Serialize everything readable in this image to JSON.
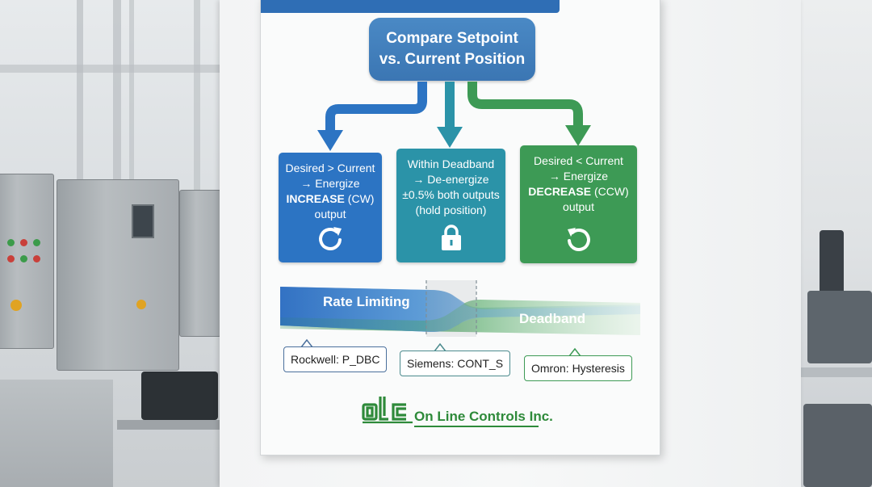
{
  "poster": {
    "header": {
      "line1": "Compare Setpoint",
      "line2": "vs. Current Position"
    },
    "boxes": {
      "increase": {
        "line1": "Desired > Current",
        "line2": "→ Energize",
        "line3_bold": "INCREASE",
        "line3_rest": " (CW)",
        "line4": "output",
        "icon": "rotate-clockwise-icon"
      },
      "deadband": {
        "line1": "Within Deadband",
        "line2": "→ De-energize",
        "line3": "±0.5% both outputs",
        "line4": "(hold position)",
        "icon": "padlock-icon"
      },
      "decrease": {
        "line1": "Desired < Current",
        "line2": "→ Energize",
        "line3_bold": "DECREASE",
        "line3_rest": " (CCW)",
        "line4": "output",
        "icon": "rotate-counterclockwise-icon"
      }
    },
    "bands": {
      "rate_limiting": "Rate Limiting",
      "deadband": "Deadband"
    },
    "plc_labels": {
      "rockwell": "Rockwell: P_DBC",
      "siemens": "Siemens: CONT_S",
      "omron": "Omron: Hysteresis"
    },
    "logo": {
      "mark": "olc",
      "company": "On Line Controls Inc."
    }
  },
  "colors": {
    "blue": "#2c74c3",
    "teal": "#2b93a8",
    "green": "#3d9a55",
    "header_blue": "#3b76b3"
  }
}
